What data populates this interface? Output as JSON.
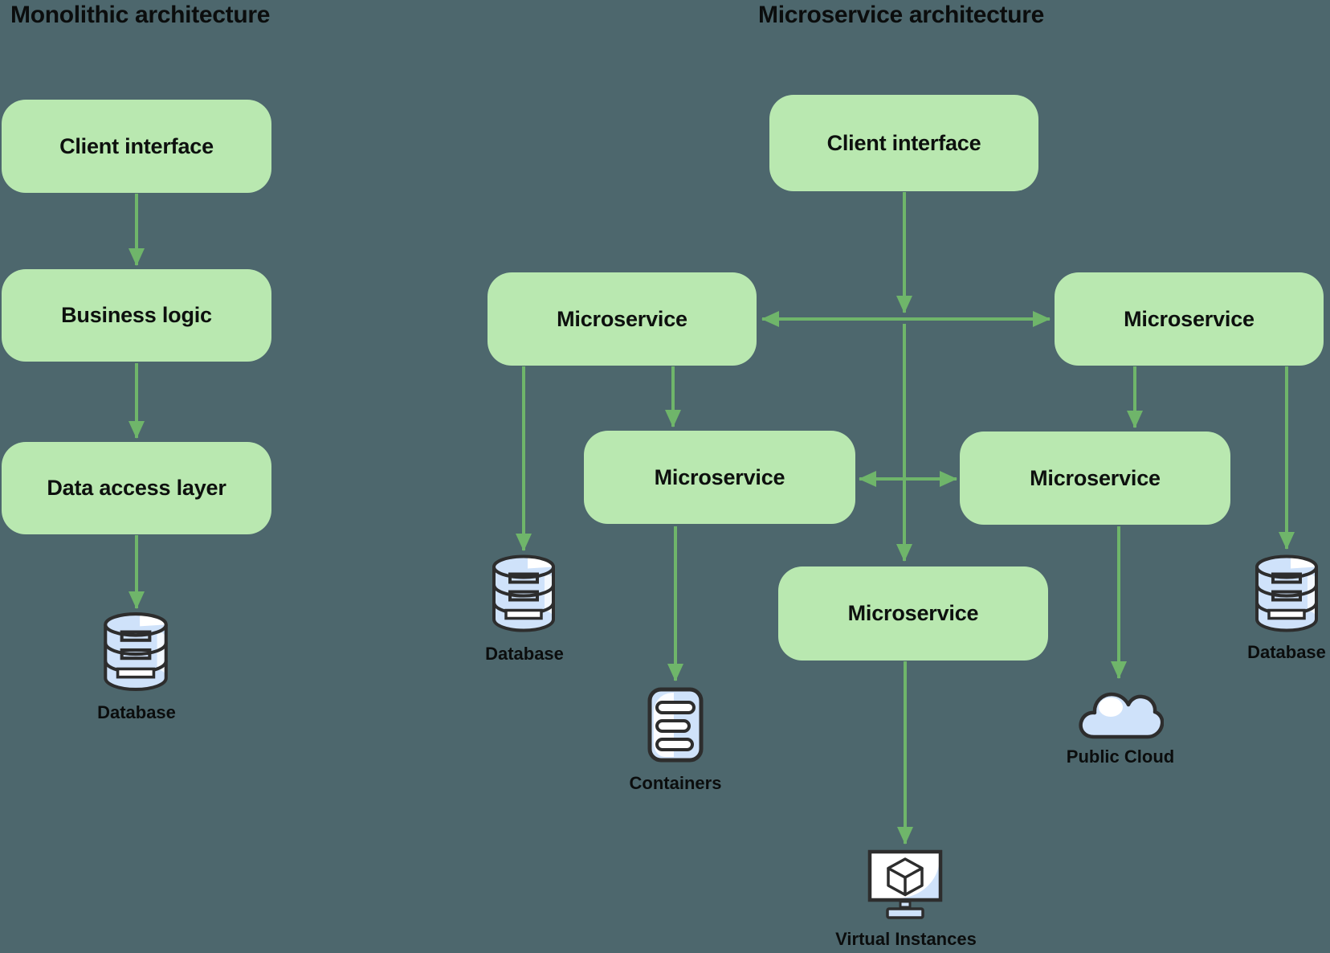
{
  "titles": {
    "monolithic": "Monolithic architecture",
    "microservice": "Microservice architecture"
  },
  "monolithic": {
    "client_interface": "Client interface",
    "business_logic": "Business logic",
    "data_access_layer": "Data access layer",
    "database": "Database"
  },
  "microservice": {
    "client_interface": "Client interface",
    "service_top_left": "Microservice",
    "service_top_right": "Microservice",
    "service_mid_center": "Microservice",
    "service_mid_right": "Microservice",
    "service_bottom": "Microservice",
    "database_left": "Database",
    "containers": "Containers",
    "virtual_instances": "Virtual Instances",
    "public_cloud": "Public Cloud",
    "database_right": "Database"
  },
  "colors": {
    "background": "#4d676d",
    "node_fill": "#b9e8b0",
    "arrow": "#6fb56a",
    "icon_outline": "#2d2d2d",
    "icon_fill": "#cfe2fa",
    "text": "#0d100e"
  }
}
